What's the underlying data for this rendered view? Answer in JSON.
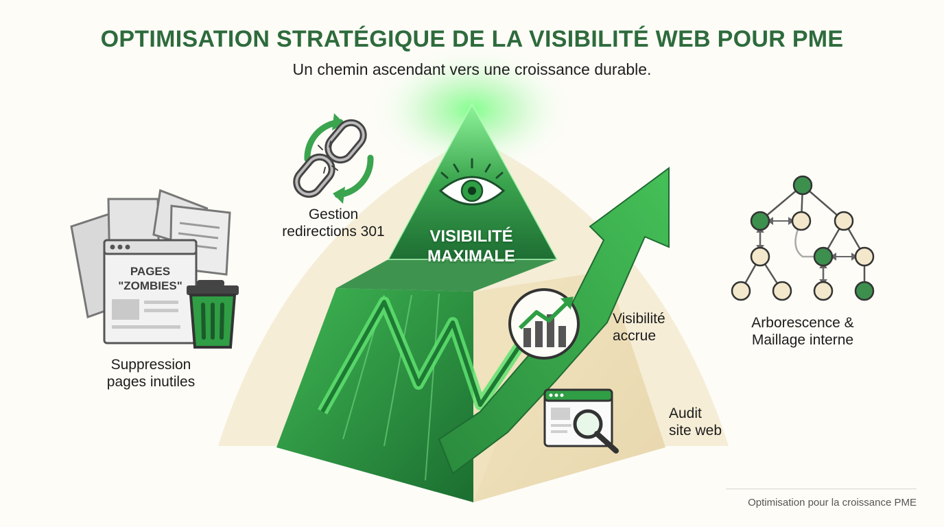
{
  "header": {
    "title": "OPTIMISATION STRATÉGIQUE DE LA VISIBILITÉ WEB POUR PME",
    "subtitle": "Un chemin ascendant vers une croissance durable."
  },
  "peak": {
    "line1": "VISIBILITÉ",
    "line2": "MAXIMALE",
    "icon": "eye-icon"
  },
  "steps": [
    {
      "line1": "Suppression",
      "line2": "pages inutiles",
      "icon": "trash-icon"
    },
    {
      "line1": "Gestion",
      "line2": "redirections 301",
      "icon": "broken-chain-icon"
    },
    {
      "line1": "Visibilité",
      "line2": "accrue",
      "icon": "growth-chart-icon"
    },
    {
      "line1": "Audit",
      "line2": "site web",
      "icon": "magnifier-browser-icon"
    },
    {
      "line1": "Arborescence &",
      "line2": "Maillage interne",
      "icon": "site-tree-icon"
    }
  ],
  "zombie": {
    "line1": "PAGES",
    "line2": "\"ZOMBIES\""
  },
  "footer": {
    "text": "Optimisation pour la croissance PME"
  },
  "colors": {
    "accent_green": "#2f9e44",
    "dark_green": "#1f6b32",
    "title_green": "#2e6b3c",
    "glow_green": "#6ff07a",
    "cream": "#f3ebd3"
  }
}
